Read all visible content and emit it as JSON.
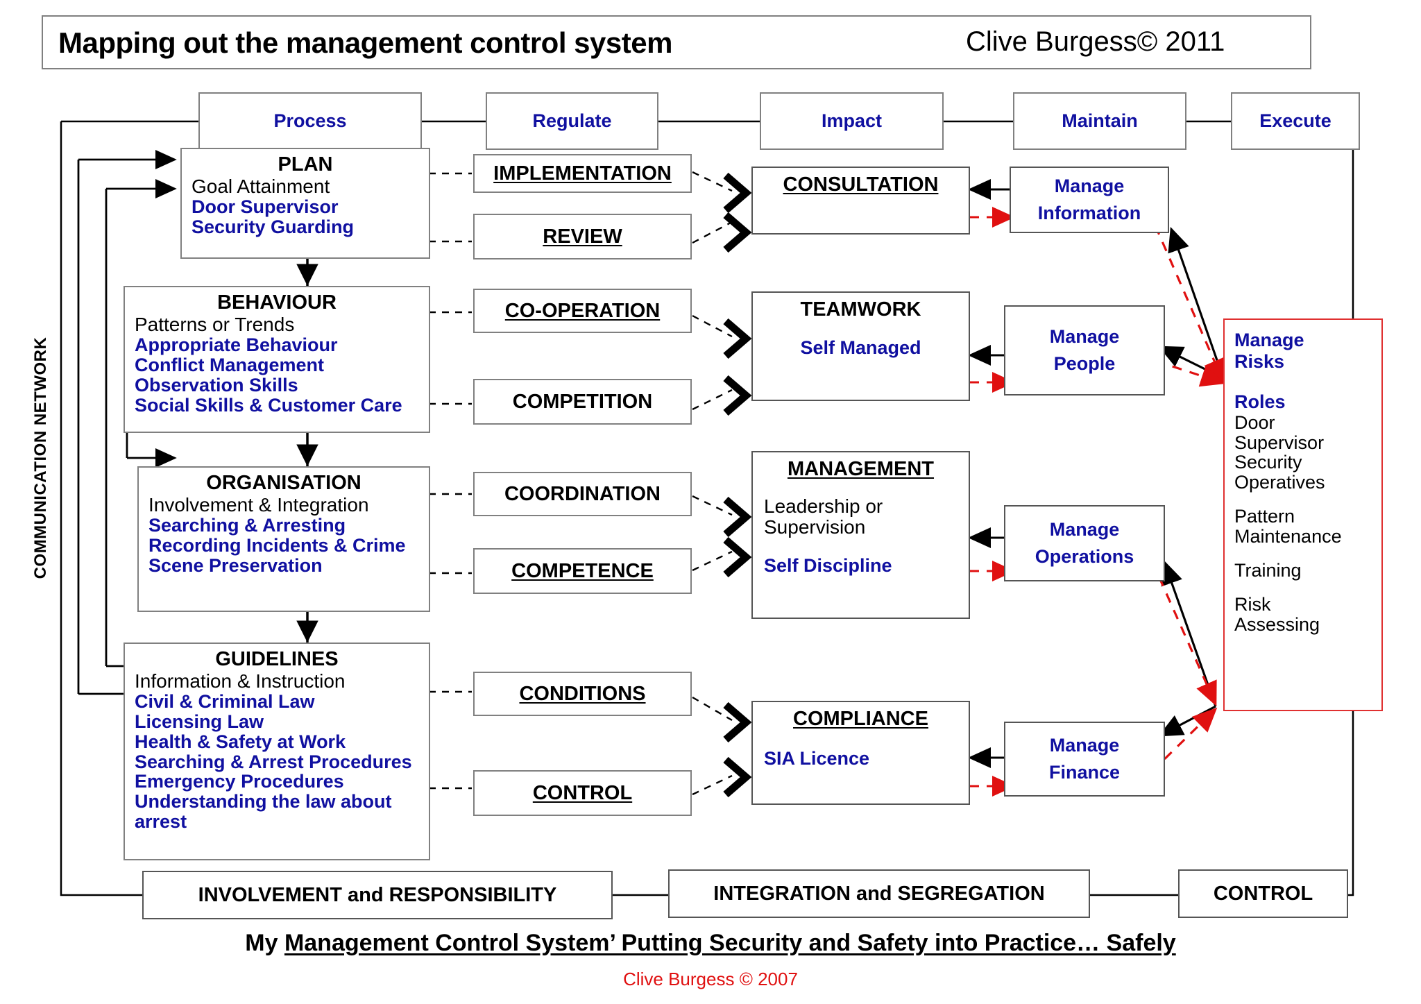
{
  "title": {
    "main": "Mapping out the management control system",
    "credit": "Clive Burgess© 2011"
  },
  "left_axis_label": "COMMUNICATION NETWORK",
  "header_band": [
    {
      "label": "Process"
    },
    {
      "label": "Regulate"
    },
    {
      "label": "Impact"
    },
    {
      "label": "Maintain"
    },
    {
      "label": "Execute"
    }
  ],
  "process_column": [
    {
      "title": "PLAN",
      "plain": [
        "Goal Attainment"
      ],
      "blue": [
        "Door Supervisor",
        "Security Guarding"
      ]
    },
    {
      "title": "BEHAVIOUR",
      "plain": [
        "Patterns or Trends"
      ],
      "blue": [
        "Appropriate Behaviour",
        "Conflict Management",
        "Observation Skills",
        "Social Skills & Customer Care"
      ]
    },
    {
      "title": "ORGANISATION",
      "plain": [
        "Involvement & Integration"
      ],
      "blue": [
        "Searching & Arresting",
        "Recording Incidents & Crime",
        "Scene Preservation"
      ]
    },
    {
      "title": "GUIDELINES",
      "plain": [
        "Information & Instruction"
      ],
      "blue": [
        "Civil & Criminal Law",
        "Licensing Law",
        "Health & Safety at Work",
        "Searching & Arrest Procedures",
        "Emergency Procedures",
        "Understanding the law about",
        "arrest"
      ]
    }
  ],
  "regulate_column": [
    {
      "label": "IMPLEMENTATION",
      "underlined": true
    },
    {
      "label": "REVIEW",
      "underlined": true
    },
    {
      "label": "CO-OPERATION",
      "underlined": true
    },
    {
      "label": "COMPETITION",
      "underlined": false
    },
    {
      "label": "COORDINATION",
      "underlined": false
    },
    {
      "label": "COMPETENCE",
      "underlined": true
    },
    {
      "label": "CONDITIONS",
      "underlined": true
    },
    {
      "label": "CONTROL",
      "underlined": true
    }
  ],
  "impact_column": [
    {
      "title": "CONSULTATION",
      "underlined": true,
      "plain": [],
      "blue": []
    },
    {
      "title": "TEAMWORK",
      "underlined": false,
      "plain": [],
      "blue": [
        "Self Managed"
      ]
    },
    {
      "title": "MANAGEMENT",
      "underlined": true,
      "plain": [
        "Leadership or",
        "Supervision"
      ],
      "blue": [
        "Self Discipline"
      ]
    },
    {
      "title": "COMPLIANCE",
      "underlined": true,
      "plain": [],
      "blue": [
        "SIA Licence"
      ]
    }
  ],
  "maintain_column": [
    {
      "line1": "Manage",
      "line2": "Information"
    },
    {
      "line1": "Manage",
      "line2": "People"
    },
    {
      "line1": "Manage",
      "line2": "Operations"
    },
    {
      "line1": "Manage",
      "line2": "Finance"
    }
  ],
  "risks_panel": {
    "heading_line1": "Manage",
    "heading_line2": "Risks",
    "roles_label": "Roles",
    "roles_items": [
      "Door",
      "Supervisor",
      "Security",
      "Operatives"
    ],
    "groups": [
      [
        "Pattern",
        "Maintenance"
      ],
      [
        "Training"
      ],
      [
        "Risk",
        "Assessing"
      ]
    ],
    "border_color": "#e03030"
  },
  "bottom_bars": [
    {
      "label": "INVOLVEMENT and RESPONSIBILITY"
    },
    {
      "label": "INTEGRATION and SEGREGATION"
    },
    {
      "label": "CONTROL"
    }
  ],
  "footer": {
    "prefix": "My ",
    "underlined": "Management Control System’ Putting Security and Safety into Practice… Safely",
    "copyright": "Clive Burgess © 2007"
  },
  "colors": {
    "blue": "#1010A0",
    "red": "#e01010",
    "black": "#000000",
    "box_border": "#808080"
  }
}
